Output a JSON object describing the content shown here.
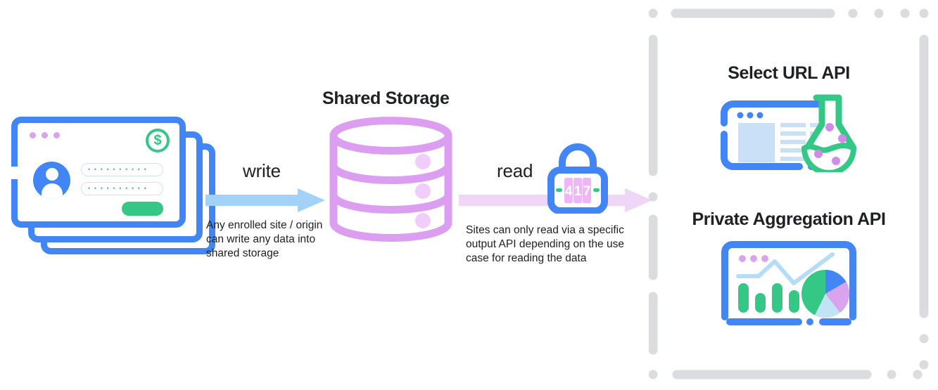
{
  "diagram": {
    "title_center": "Shared Storage",
    "write": {
      "label": "write",
      "caption": "Any enrolled site / origin can write any data into shared storage",
      "arrow_color": "#a2d2f8",
      "icon": "write-arrow-icon"
    },
    "read": {
      "label": "read",
      "caption": "Sites can only read via a specific output API depending on the use case for reading the data",
      "arrow_color": "#efd6f7",
      "icon": "read-arrow-icon"
    },
    "lock": {
      "icon": "padlock-icon",
      "digits": [
        "4",
        "1",
        "7"
      ],
      "body_color": "#4285f4",
      "dial_color": "#e6a8f0",
      "tick_color": "#34c785"
    },
    "source_cards": {
      "icon": "browser-login-card-icon",
      "window_dots": 3,
      "coin_symbol": "$",
      "field_mask": "• • • • • • • • • •",
      "border_color": "#4285f4",
      "accent_green": "#34c785",
      "dot_color": "#d9a3ee"
    },
    "storage": {
      "icon": "database-cylinder-icon",
      "color": "#dc9ef0",
      "bands": 3
    },
    "output_apis": [
      {
        "title": "Select URL API",
        "icon": "browser-flask-icon",
        "colors": {
          "frame": "#4285f4",
          "flask": "#34c785",
          "droplets": "#d18ce8",
          "content": "#c9e0f7"
        }
      },
      {
        "title": "Private Aggregation API",
        "icon": "browser-dashboard-icon",
        "colors": {
          "frame": "#4285f4",
          "bars": "#34c785",
          "line": "#b5ddf5",
          "dots": "#d9a3ee"
        },
        "chart_preview": {
          "bars": [
            4,
            2.2,
            4,
            3
          ],
          "pie_slices": [
            {
              "label": "green",
              "value": 50,
              "color": "#34c785"
            },
            {
              "label": "blue",
              "value": 17,
              "color": "#4285f4"
            },
            {
              "label": "purple",
              "value": 17,
              "color": "#d9a3ee"
            },
            {
              "label": "lightblue",
              "value": 16,
              "color": "#c2e2f5"
            }
          ]
        }
      }
    ],
    "panel": {
      "border_color": "#dadce0",
      "style": "dashed-rounded"
    }
  }
}
